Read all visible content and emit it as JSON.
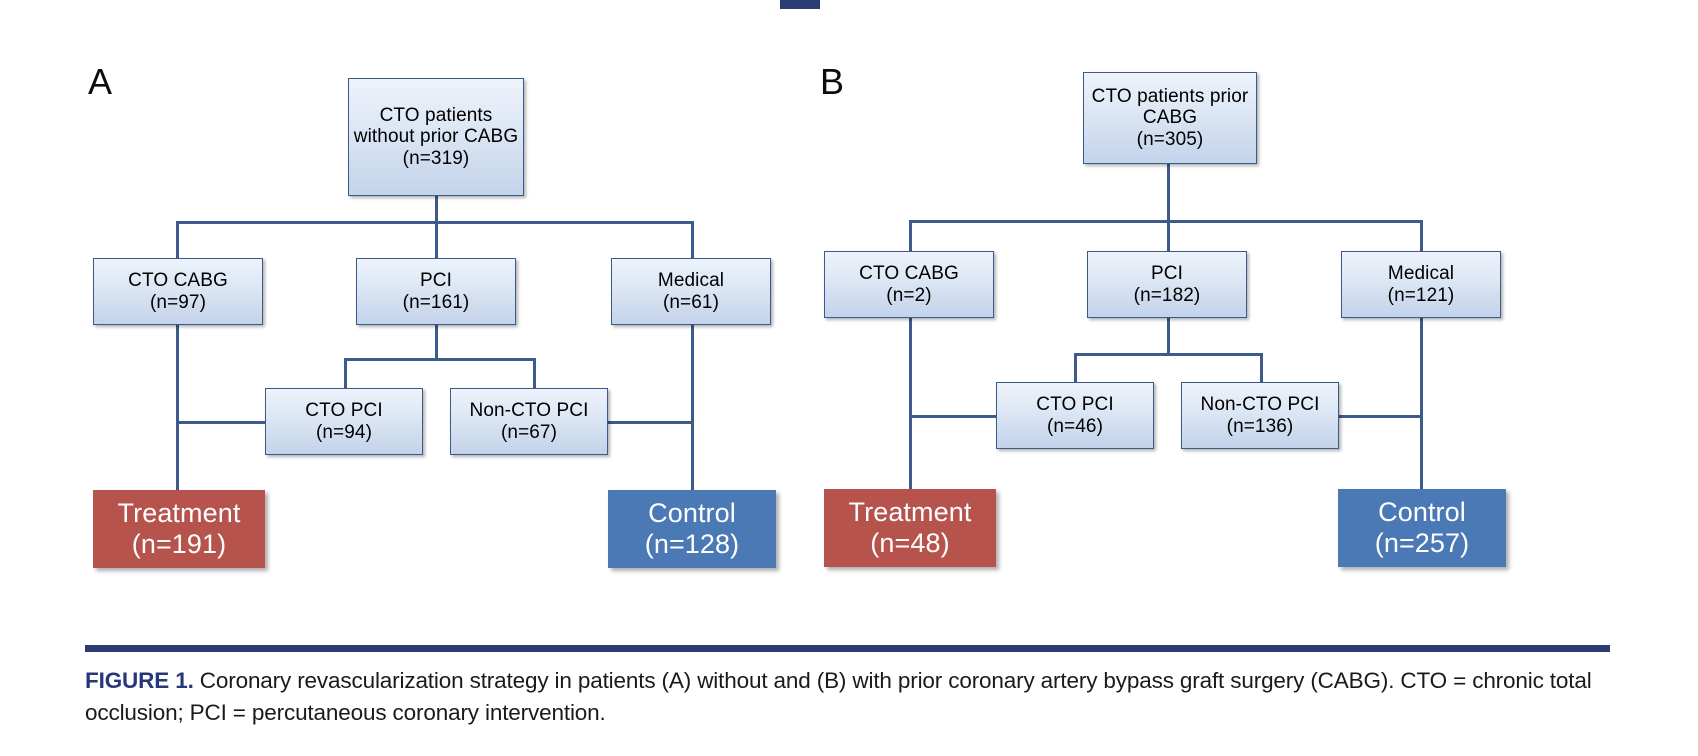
{
  "figure": {
    "panels": [
      {
        "letter": "A",
        "nodes": {
          "root": {
            "title": "CTO patients without prior CABG",
            "n": "(n=319)"
          },
          "cabg": {
            "title": "CTO CABG",
            "n": "(n=97)"
          },
          "pci": {
            "title": "PCI",
            "n": "(n=161)"
          },
          "medical": {
            "title": "Medical",
            "n": "(n=61)"
          },
          "cto_pci": {
            "title": "CTO PCI",
            "n": "(n=94)"
          },
          "non_cto_pci": {
            "title": "Non-CTO PCI",
            "n": "(n=67)"
          },
          "treatment": {
            "title": "Treatment",
            "n": "(n=191)"
          },
          "control": {
            "title": "Control",
            "n": "(n=128)"
          }
        }
      },
      {
        "letter": "B",
        "nodes": {
          "root": {
            "title": "CTO patients prior CABG",
            "n": "(n=305)"
          },
          "cabg": {
            "title": "CTO CABG",
            "n": "(n=2)"
          },
          "pci": {
            "title": "PCI",
            "n": "(n=182)"
          },
          "medical": {
            "title": "Medical",
            "n": "(n=121)"
          },
          "cto_pci": {
            "title": "CTO PCI",
            "n": "(n=46)"
          },
          "non_cto_pci": {
            "title": "Non-CTO PCI",
            "n": "(n=136)"
          },
          "treatment": {
            "title": "Treatment",
            "n": "(n=48)"
          },
          "control": {
            "title": "Control",
            "n": "(n=257)"
          }
        }
      }
    ],
    "caption": {
      "label": "FIGURE 1.",
      "text": " Coronary revascularization strategy in patients (A) without and (B) with prior coronary artery bypass graft surgery (CABG). CTO = chronic total occlusion; PCI = percutaneous coronary intervention."
    },
    "colors": {
      "node_border": "#3c5a8a",
      "connector": "#3c5a8a",
      "treatment": "#b5534c",
      "control": "#4a79b5",
      "caption_rule": "#2b3d72",
      "caption_label": "#28377a"
    }
  }
}
